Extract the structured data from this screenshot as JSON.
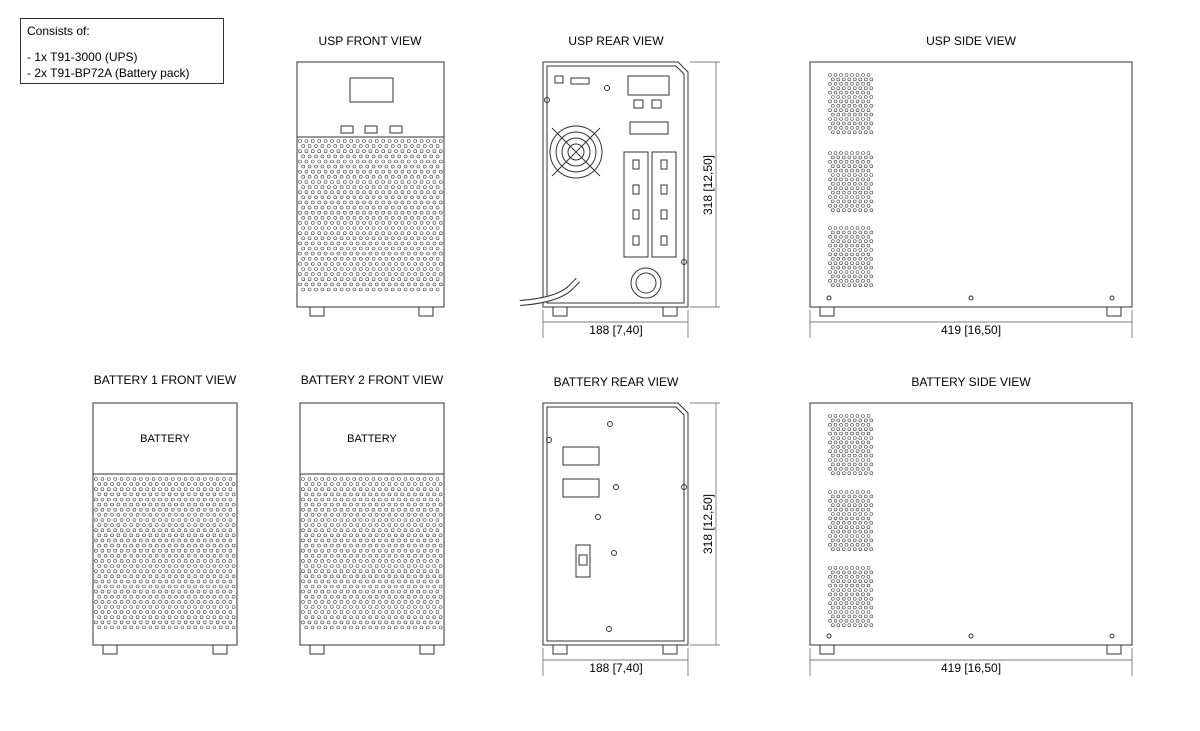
{
  "info": {
    "heading": "Consists of:",
    "items": [
      "- 1x T91-3000 (UPS)",
      "- 2x T91-BP72A (Battery pack)"
    ]
  },
  "views": {
    "ups_front": "USP FRONT VIEW",
    "ups_rear": "USP REAR VIEW",
    "ups_side": "USP SIDE VIEW",
    "bat1_front": "BATTERY 1 FRONT VIEW",
    "bat2_front": "BATTERY 2  FRONT VIEW",
    "bat_rear": "BATTERY REAR VIEW",
    "bat_side": "BATTERY SIDE VIEW"
  },
  "dimensions": {
    "height": "318 [12,50]",
    "width": "188 [7,40]",
    "depth": "419 [16,50]"
  },
  "battery_label": "BATTERY",
  "colors": {
    "line": "#333333",
    "background": "#ffffff"
  }
}
